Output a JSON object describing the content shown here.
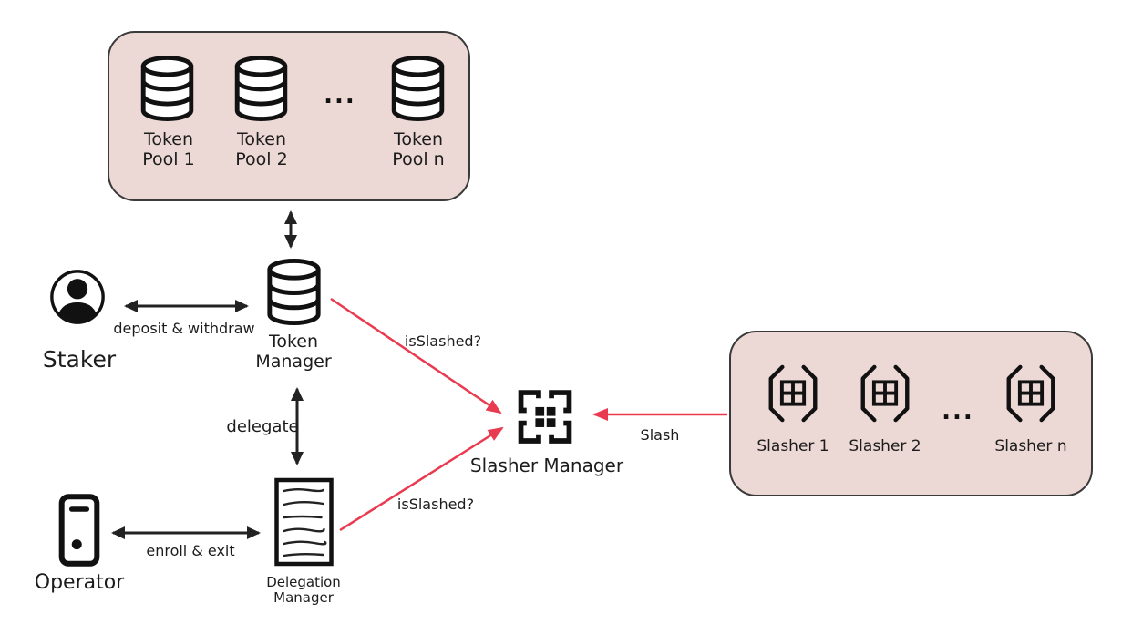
{
  "colors": {
    "background": "#ffffff",
    "box_fill": "#ecd8d4",
    "box_border": "#3a3a3a",
    "ink": "#1c1c1c",
    "arrow_black": "#222222",
    "arrow_red": "#ea3a50"
  },
  "token_pools_box": {
    "pools": [
      {
        "line1": "Token",
        "line2": "Pool 1"
      },
      {
        "line1": "Token",
        "line2": "Pool 2"
      },
      {
        "line1": "Token",
        "line2": "Pool n"
      }
    ],
    "ellipsis": "..."
  },
  "nodes": {
    "staker": {
      "label": "Staker"
    },
    "token_manager": {
      "line1": "Token",
      "line2": "Manager"
    },
    "delegation_manager": {
      "line1": "Delegation",
      "line2": "Manager"
    },
    "operator": {
      "label": "Operator"
    },
    "slasher_manager": {
      "label": "Slasher Manager"
    }
  },
  "slashers_box": {
    "slashers": [
      {
        "label": "Slasher 1"
      },
      {
        "label": "Slasher 2"
      },
      {
        "label": "Slasher n"
      }
    ],
    "ellipsis": "..."
  },
  "edge_labels": {
    "deposit_withdraw": "deposit & withdraw",
    "delegate": "delegate",
    "enroll_exit": "enroll & exit",
    "is_slashed_top": "isSlashed?",
    "is_slashed_bottom": "isSlashed?",
    "slash": "Slash"
  }
}
